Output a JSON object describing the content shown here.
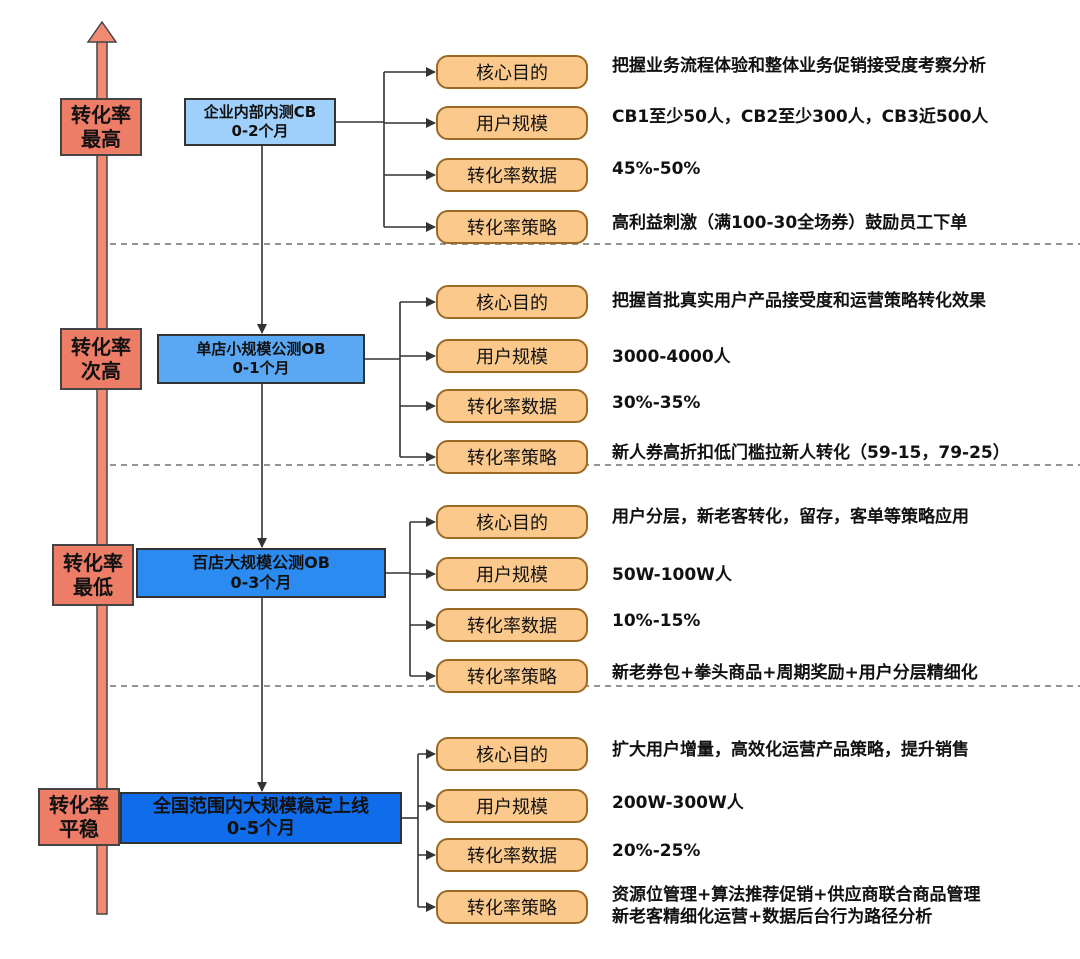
{
  "colors": {
    "axis": "#f08a73",
    "stage_1": "#9fd0fb",
    "stage_2": "#5aa8f4",
    "stage_3": "#2b8bf0",
    "stage_4": "#0f6cea",
    "pill": "#fbc98c",
    "tag": "#ee7d68"
  },
  "levels": [
    {
      "tag": [
        "转化率",
        "最高"
      ],
      "stage": [
        "企业内部内测CB",
        "0-2个月"
      ],
      "items": [
        {
          "label": "核心目的",
          "value": [
            "把握业务流程体验和整体业务促销接受度考察分析"
          ]
        },
        {
          "label": "用户规模",
          "value": [
            "CB1至少50人，CB2至少300人，CB3近500人"
          ]
        },
        {
          "label": "转化率数据",
          "value": [
            "45%-50%"
          ]
        },
        {
          "label": "转化率策略",
          "value": [
            "高利益刺激（满100-30全场券）鼓励员工下单"
          ]
        }
      ]
    },
    {
      "tag": [
        "转化率",
        "次高"
      ],
      "stage": [
        "单店小规模公测OB",
        "0-1个月"
      ],
      "items": [
        {
          "label": "核心目的",
          "value": [
            "把握首批真实用户产品接受度和运营策略转化效果"
          ]
        },
        {
          "label": "用户规模",
          "value": [
            "3000-4000人"
          ]
        },
        {
          "label": "转化率数据",
          "value": [
            "30%-35%"
          ]
        },
        {
          "label": "转化率策略",
          "value": [
            "新人券高折扣低门槛拉新人转化（59-15，79-25）"
          ]
        }
      ]
    },
    {
      "tag": [
        "转化率",
        "最低"
      ],
      "stage": [
        "百店大规模公测OB",
        "0-3个月"
      ],
      "items": [
        {
          "label": "核心目的",
          "value": [
            "用户分层，新老客转化，留存，客单等策略应用"
          ]
        },
        {
          "label": "用户规模",
          "value": [
            "50W-100W人"
          ]
        },
        {
          "label": "转化率数据",
          "value": [
            "10%-15%"
          ]
        },
        {
          "label": "转化率策略",
          "value": [
            "新老券包+拳头商品+周期奖励+用户分层精细化"
          ]
        }
      ]
    },
    {
      "tag": [
        "转化率",
        "平稳"
      ],
      "stage": [
        "全国范围内大规模稳定上线",
        "0-5个月"
      ],
      "items": [
        {
          "label": "核心目的",
          "value": [
            "扩大用户增量，高效化运营产品策略，提升销售"
          ]
        },
        {
          "label": "用户规模",
          "value": [
            "200W-300W人"
          ]
        },
        {
          "label": "转化率数据",
          "value": [
            "20%-25%"
          ]
        },
        {
          "label": "转化率策略",
          "value": [
            "资源位管理+算法推荐促销+供应商联合商品管理",
            "新老客精细化运营+数据后台行为路径分析"
          ]
        }
      ]
    }
  ]
}
